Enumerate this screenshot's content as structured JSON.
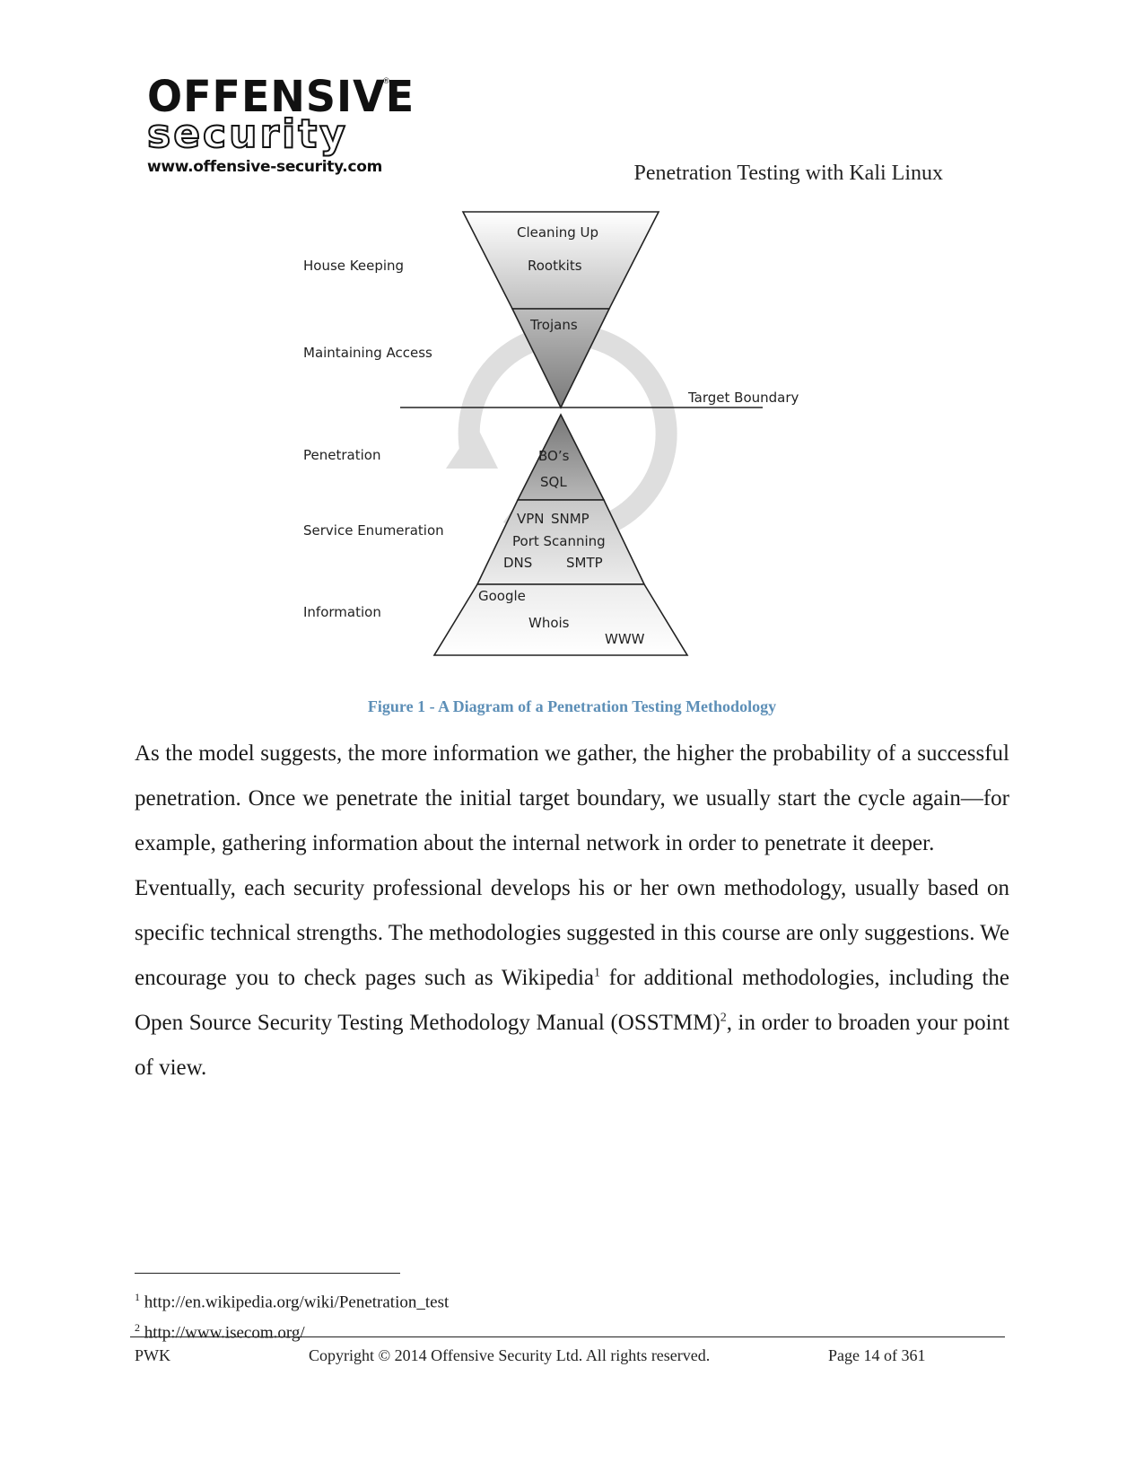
{
  "logo": {
    "line1": "OFFENSIVE",
    "registered": "®",
    "line2": "security",
    "url": "www.offensive-security.com"
  },
  "running_head": "Penetration Testing with Kali Linux",
  "diagram": {
    "left_labels": {
      "house_keeping": "House Keeping",
      "maintaining_access": "Maintaining Access",
      "penetration": "Penetration",
      "service_enumeration": "Service Enumeration",
      "information": "Information"
    },
    "target_boundary": "Target Boundary",
    "top_triangle": {
      "cleaning_up": "Cleaning Up",
      "rootkits": "Rootkits",
      "trojans": "Trojans"
    },
    "bottom_triangle": {
      "bos": "BO’s",
      "sql": "SQL",
      "vpn": "VPN",
      "snmp": "SNMP",
      "port_scanning": "Port Scanning",
      "dns": "DNS",
      "smtp": "SMTP",
      "google": "Google",
      "whois": "Whois",
      "www": "WWW"
    }
  },
  "caption": "Figure 1 - A Diagram of a Penetration Testing Methodology",
  "paragraphs": {
    "p1": "As the model suggests, the more information we gather, the higher the probability of a successful penetration. Once we penetrate the initial target boundary, we usually start the cycle again—for example, gathering information about the internal network in order to penetrate it deeper.",
    "p2_part1": "Eventually, each security professional develops his or her own methodology, usually based on specific technical strengths. The methodologies suggested in this course are only suggestions. We encourage you to check pages such as Wikipedia",
    "p2_sup1": "1",
    "p2_part2": " for additional methodologies, including the Open Source Security Testing Methodology Manual (OSSTMM)",
    "p2_sup2": "2",
    "p2_part3": ", in order to broaden your point of view."
  },
  "footnotes": [
    {
      "num": "1",
      "text": " http://en.wikipedia.org/wiki/Penetration_test"
    },
    {
      "num": "2",
      "text": " http://www.isecom.org/"
    }
  ],
  "footer": {
    "left": "PWK",
    "center": "Copyright © 2014 Offensive Security Ltd. All rights reserved.",
    "right": "Page 14 of 361"
  }
}
